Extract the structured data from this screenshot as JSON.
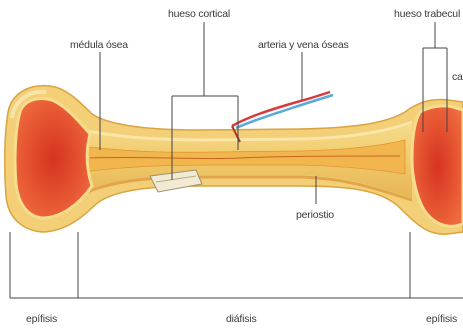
{
  "labels": {
    "hueso_cortical": "hueso cortical",
    "hueso_trabecular": "hueso trabecul",
    "medula_osea": "médula ósea",
    "arteria_vena": "arteria y vena óseas",
    "cartilage_partial": "ca",
    "periostio": "periostio",
    "epifisis_left": "epífisis",
    "diafisis": "diáfisis",
    "epifisis_right": "epífisis"
  },
  "colors": {
    "background": "#ffffff",
    "bone_outer": "#f0c96a",
    "bone_edge": "#d9a441",
    "cortical": "#f6dc8c",
    "marrow": "#f2b64e",
    "spongy_red": "#e8432e",
    "spongy_inner": "#d6331f",
    "artery": "#d73b3b",
    "vein": "#5aa9d6",
    "leader_lines": "#444444",
    "label_text": "#3b3b3b"
  }
}
